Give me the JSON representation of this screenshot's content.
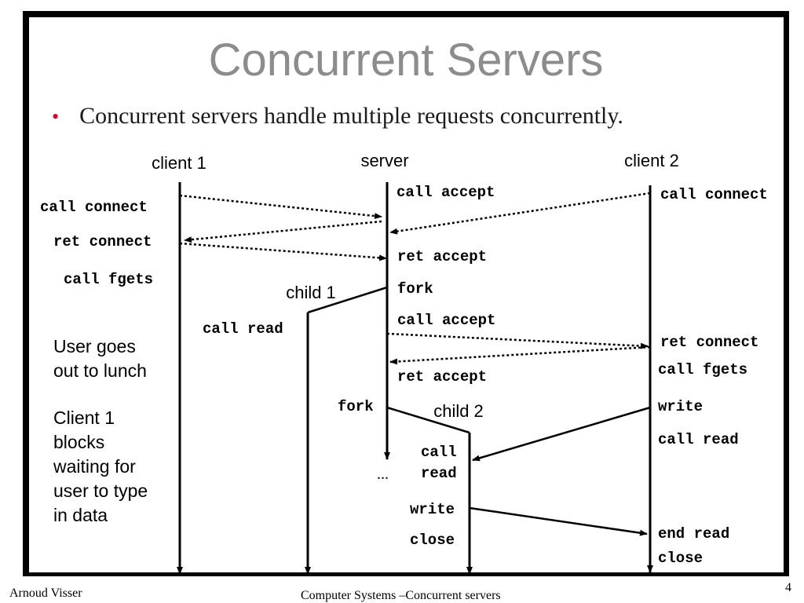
{
  "slide": {
    "title": "Concurrent Servers",
    "bullet": "Concurrent  servers handle multiple requests concurrently."
  },
  "diagram": {
    "actors": {
      "client1": "client 1",
      "server": "server",
      "client2": "client 2",
      "child1": "child 1",
      "child2": "child 2"
    },
    "client1_labels": [
      "call connect",
      "ret connect",
      "call fgets"
    ],
    "child1_labels": [
      "call read"
    ],
    "server_labels": [
      "call accept",
      "ret accept",
      "fork",
      "call accept",
      "ret accept",
      "fork"
    ],
    "server_ellipsis": "...",
    "child2_labels": [
      "call",
      "read",
      "write",
      "close"
    ],
    "client2_labels": [
      "call connect",
      "ret connect",
      "call fgets",
      "write",
      "call read",
      "end read",
      "close"
    ]
  },
  "notes": {
    "lunch": [
      "User goes",
      "out to lunch"
    ],
    "blocked": [
      "Client 1",
      "blocks",
      "waiting for",
      "user to type",
      "in data"
    ]
  },
  "footer": {
    "author": "Arnoud Visser",
    "course": "Computer Systems –Concurrent servers",
    "page": "4"
  }
}
